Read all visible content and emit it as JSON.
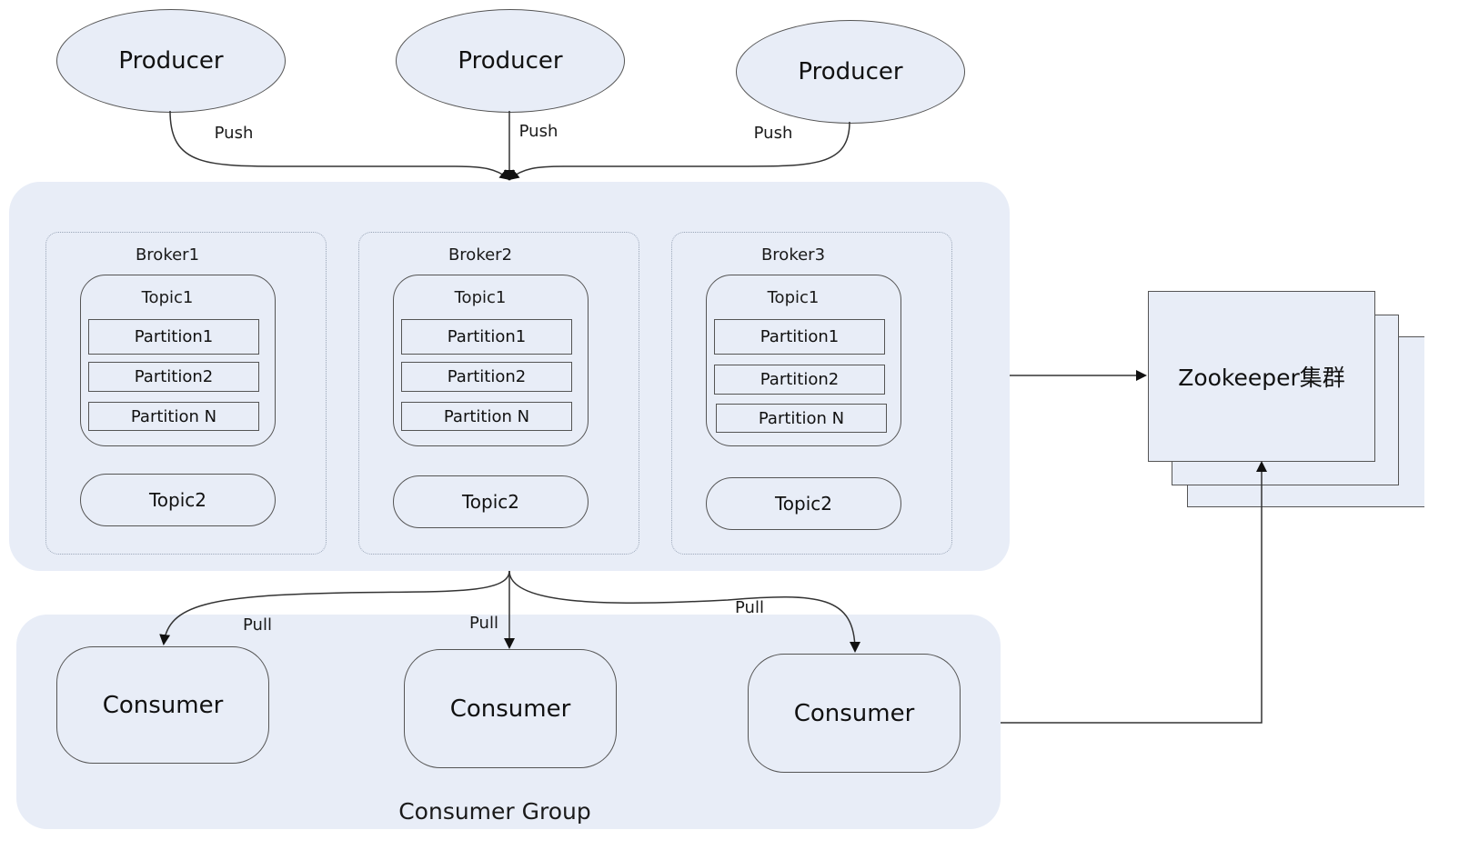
{
  "producers": [
    {
      "label": "Producer"
    },
    {
      "label": "Producer"
    },
    {
      "label": "Producer"
    }
  ],
  "push_labels": [
    "Push",
    "Push",
    "Push"
  ],
  "brokers": [
    {
      "label": "Broker1",
      "topic1": "Topic1",
      "partitions": [
        "Partition1",
        "Partition2",
        "Partition N"
      ],
      "topic2": "Topic2"
    },
    {
      "label": "Broker2",
      "topic1": "Topic1",
      "partitions": [
        "Partition1",
        "Partition2",
        "Partition N"
      ],
      "topic2": "Topic2"
    },
    {
      "label": "Broker3",
      "topic1": "Topic1",
      "partitions": [
        "Partition1",
        "Partition2",
        "Partition N"
      ],
      "topic2": "Topic2"
    }
  ],
  "pull_labels": [
    "Pull",
    "Pull",
    "Pull"
  ],
  "consumers": [
    {
      "label": "Consumer"
    },
    {
      "label": "Consumer"
    },
    {
      "label": "Consumer"
    }
  ],
  "consumer_group_label": "Consumer  Group",
  "zookeeper_label": "Zookeeper集群",
  "colors": {
    "panel": "#e8edf7",
    "stroke": "#555555"
  }
}
